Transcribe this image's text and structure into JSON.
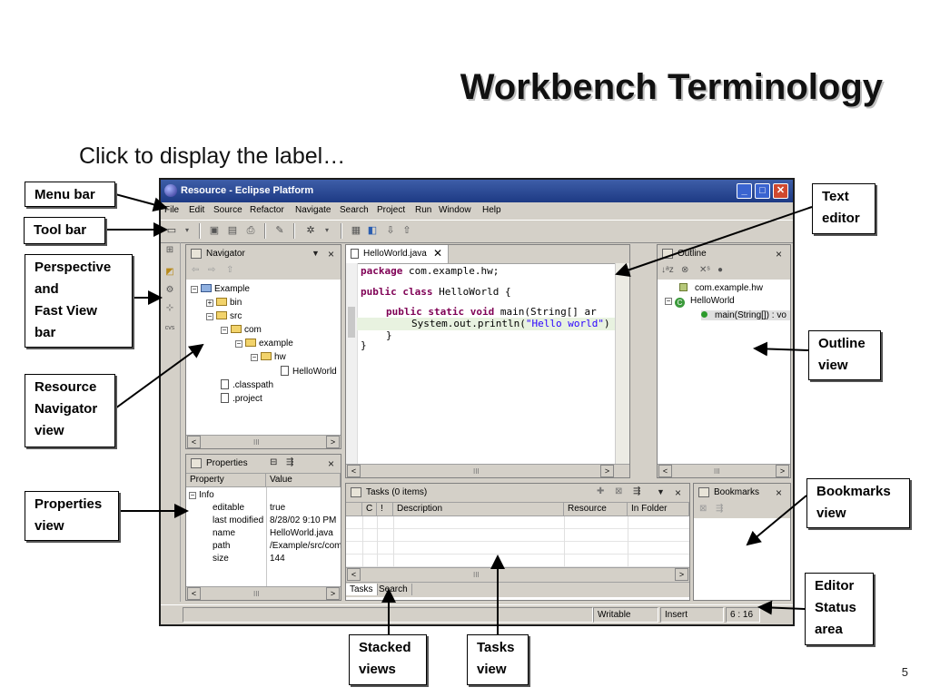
{
  "slide": {
    "title": "Workbench Terminology",
    "subtitle": "Click to display the label…",
    "page_number": "5"
  },
  "callouts": {
    "menu_bar": "Menu bar",
    "tool_bar": "Tool bar",
    "perspective": "Perspective\nand\nFast View\nbar",
    "resource_navigator": "Resource\nNavigator\nview",
    "properties": "Properties\nview",
    "text_editor": "Text\neditor",
    "outline": "Outline\nview",
    "bookmarks": "Bookmarks\nview",
    "editor_status": "Editor\nStatus\narea",
    "stacked_views": "Stacked\nviews",
    "tasks_view": "Tasks\nview"
  },
  "window": {
    "title": "Resource - Eclipse Platform",
    "menus": [
      "File",
      "Edit",
      "Source",
      "Refactor",
      "Navigate",
      "Search",
      "Project",
      "Run",
      "Window",
      "Help"
    ],
    "minimize": "_",
    "maximize": "□",
    "close": "✕"
  },
  "navigator": {
    "title": "Navigator",
    "close": "×",
    "tree": [
      {
        "label": "Example",
        "kind": "project"
      },
      {
        "label": "bin",
        "kind": "folder"
      },
      {
        "label": "src",
        "kind": "folder"
      },
      {
        "label": "com",
        "kind": "folder"
      },
      {
        "label": "example",
        "kind": "folder"
      },
      {
        "label": "hw",
        "kind": "folder"
      },
      {
        "label": "HelloWorld",
        "kind": "file"
      },
      {
        "label": ".classpath",
        "kind": "file"
      },
      {
        "label": ".project",
        "kind": "file"
      }
    ]
  },
  "editor": {
    "tab": "HelloWorld.java",
    "close": "✕",
    "lines": {
      "l1_kw": "package",
      "l1_rest": " com.example.hw;",
      "l2_kw": "public class",
      "l2_rest": " HelloWorld {",
      "l3_kw": "public static void",
      "l3_rest": " main(String[] ar",
      "l4_pre": "System.out.println(",
      "l4_str": "\"Hello world\"",
      "l4_post": ")",
      "l5": "}",
      "l6": "}"
    }
  },
  "outline": {
    "title": "Outline",
    "close": "×",
    "items": [
      "com.example.hw",
      "HelloWorld",
      "main(String[]) : vo"
    ]
  },
  "properties": {
    "title": "Properties",
    "close": "×",
    "headers": [
      "Property",
      "Value"
    ],
    "group": "Info",
    "rows": [
      {
        "name": "editable",
        "value": "true"
      },
      {
        "name": "last modified",
        "value": "8/28/02 9:10 PM"
      },
      {
        "name": "name",
        "value": "HelloWorld.java"
      },
      {
        "name": "path",
        "value": "/Example/src/com"
      },
      {
        "name": "size",
        "value": "144"
      }
    ]
  },
  "tasks": {
    "title": "Tasks (0 items)",
    "close": "×",
    "headers": [
      "C",
      "!",
      "Description",
      "Resource",
      "In Folder"
    ],
    "tabs": [
      "Tasks",
      "Search"
    ]
  },
  "bookmarks": {
    "title": "Bookmarks",
    "close": "×"
  },
  "statusbar": {
    "writable": "Writable",
    "insert": "Insert",
    "position": "6 : 16"
  },
  "scroll": {
    "left": "<",
    "right": ">",
    "grip": "III"
  }
}
